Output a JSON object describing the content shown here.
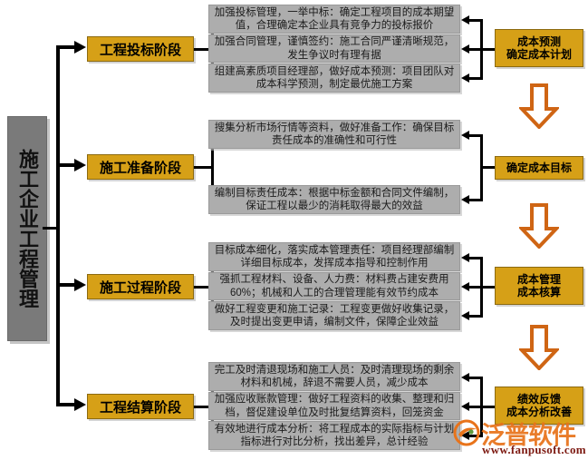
{
  "diagram": {
    "title": "施工企业工程管理",
    "watermark": {
      "brand": "泛普软件",
      "url": "www.fanpusoft.com",
      "logo_icon": "circle-swoosh-logo-icon",
      "brand_color": "#e8731a",
      "url_color": "#7d1a12"
    },
    "colors": {
      "stage_orange": "#d6a017",
      "detail_gray": "#adadad",
      "title_gray": "#7a7a7a",
      "arrow_orange": "#cf6514",
      "connector_black": "#000000"
    },
    "stages": [
      {
        "id": "bidding",
        "label": "工程投标阶段",
        "outcome": "成本预测\n确定成本计划",
        "outcome_lines": [
          "成本预测",
          "确定成本计划"
        ],
        "details": [
          "加强投标管理，一举中标：确定工程项目的成本期望值，合理确定本企业具有竞争力的投标报价",
          "加强合同管理，谨慎签约：施工合同严谨清晰规范，发生争议时有理有据",
          "组建高素质项目经理部，做好成本预测：项目团队对成本科学预测，制定最优施工方案"
        ]
      },
      {
        "id": "preparation",
        "label": "施工准备阶段",
        "outcome": "确定成本目标",
        "outcome_lines": [
          "确定成本目标"
        ],
        "details": [
          "搜集分析市场行情等资料，做好准备工作：确保目标责任成本的准确性和可行性",
          "编制目标责任成本：根据中标金额和合同文件编制，保证工程以最少的消耗取得最大的效益"
        ]
      },
      {
        "id": "construction",
        "label": "施工过程阶段",
        "outcome": "成本管理\n成本核算",
        "outcome_lines": [
          "成本管理",
          "成本核算"
        ],
        "details": [
          "目标成本细化，落实成本管理责任：项目经理部编制详细目标成本，发挥成本指导和控制作用",
          "强抓工程材料、设备、人力费：材料费占建安费用60%；机械和人工的合理管理能有效节约成本",
          "做好工程变更和施工记录：工程变更做好收集记录，及时提出变更申请，编制文件，保障企业效益"
        ]
      },
      {
        "id": "settlement",
        "label": "工程结算阶段",
        "outcome": "绩效反馈\n成本分析改善",
        "outcome_lines": [
          "绩效反馈",
          "成本分析改善"
        ],
        "details": [
          "完工及时清退现场和施工人员：及时清理现场的剩余材料和机械，辞退不需要人员，减少成本",
          "加强应收账款管理：做好工程资料的收集、整理和归档，督促建设单位及时批复结算资料，回笼资金",
          "有效地进行成本分析：将工程成本的实际指标与计划指标进行对比分析，找出差异，总计经验"
        ]
      }
    ],
    "flow_arrows": [
      {
        "id": "arrow-1",
        "icon": "down-arrow-icon",
        "from": "成本预测确定成本计划",
        "to": "确定成本目标"
      },
      {
        "id": "arrow-2",
        "icon": "down-arrow-icon",
        "from": "确定成本目标",
        "to": "成本管理成本核算"
      },
      {
        "id": "arrow-3",
        "icon": "down-arrow-icon",
        "from": "成本管理成本核算",
        "to": "绩效反馈成本分析改善"
      }
    ]
  }
}
